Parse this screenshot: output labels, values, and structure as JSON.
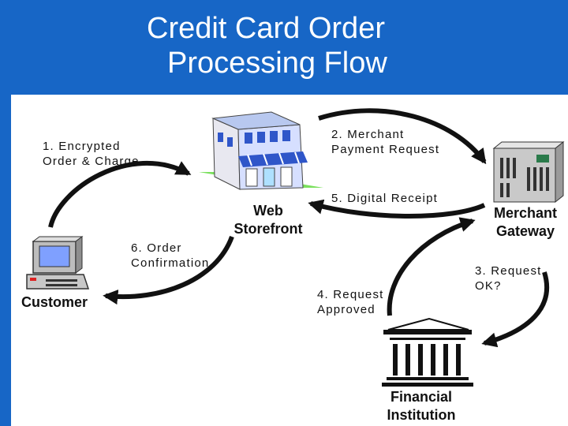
{
  "title": {
    "line1": "Credit Card Order",
    "line2": "Processing Flow"
  },
  "nodes": {
    "web_storefront": {
      "line1": "Web",
      "line2": "Storefront"
    },
    "merchant_gateway": {
      "line1": "Merchant",
      "line2": "Gateway"
    },
    "customer": {
      "line1": "Customer"
    },
    "financial_institution": {
      "line1": "Financial",
      "line2": "Institution"
    }
  },
  "steps": {
    "s1": {
      "line1": "1. Encrypted",
      "line2": "Order & Charge"
    },
    "s2": {
      "line1": "2. Merchant",
      "line2": "Payment Request"
    },
    "s3": {
      "line1": "3. Request",
      "line2": "OK?"
    },
    "s4": {
      "line1": "4. Request",
      "line2": "Approved"
    },
    "s5": {
      "line1": "5. Digital Receipt"
    },
    "s6": {
      "line1": "6. Order",
      "line2": "Confirmation"
    }
  },
  "colors": {
    "background": "#1766c6",
    "panel": "#ffffff",
    "arrow": "#111111"
  },
  "icons": [
    "storefront-icon",
    "server-icon",
    "computer-icon",
    "bank-building-icon"
  ]
}
